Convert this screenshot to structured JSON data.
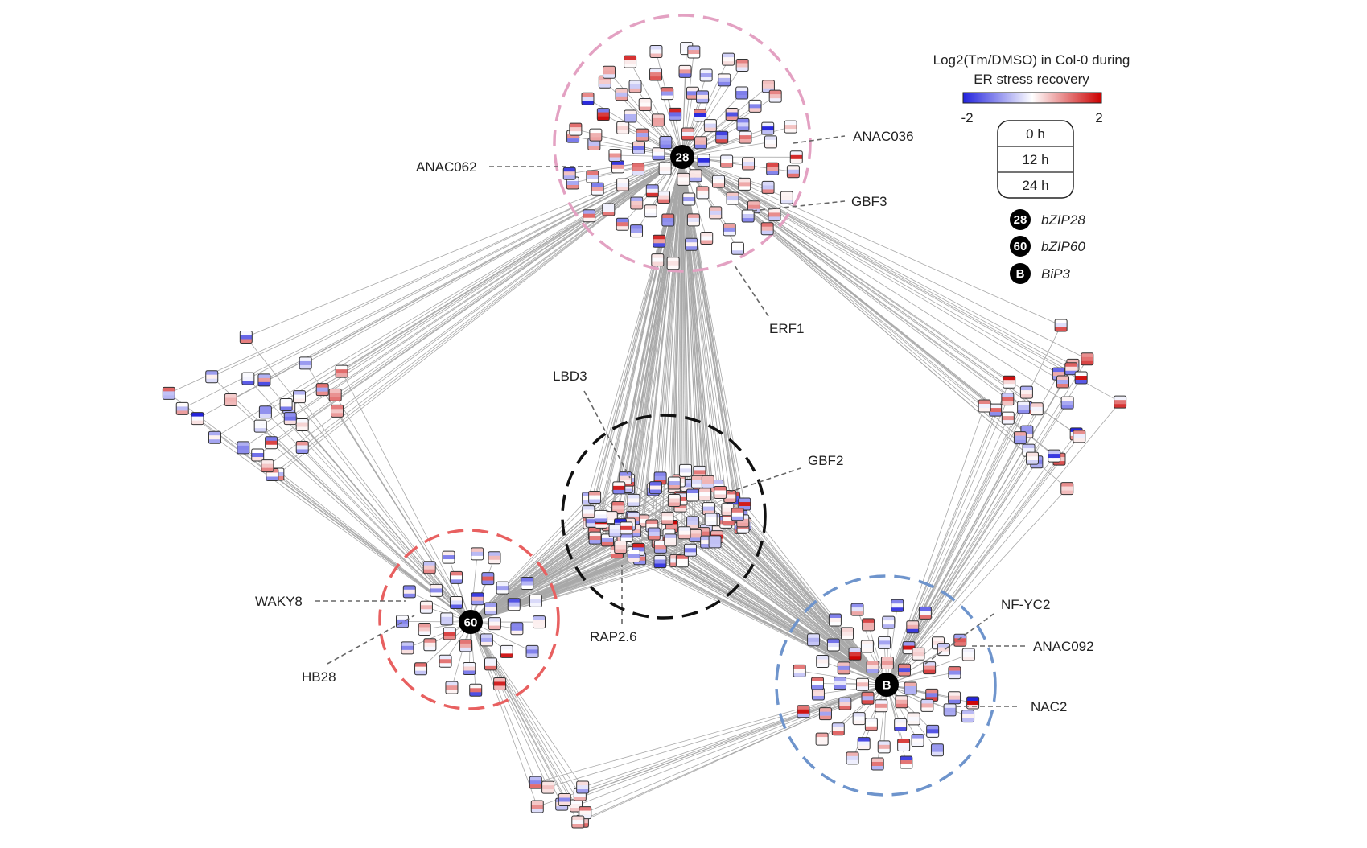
{
  "colors": {
    "low": "#2222dd",
    "mid": "#ffffff",
    "high": "#cc0000",
    "edge": "#a8a8a8",
    "circle_bzip28": "#e3a1c2",
    "circle_bzip60": "#e86060",
    "circle_bip3": "#6e94cc",
    "circle_center": "#111111",
    "hub": "#000000"
  },
  "legend": {
    "title_line1": "Log2(Tm/DMSO) in Col-0 during",
    "title_line2": "ER stress recovery",
    "scale_min": "-2",
    "scale_max": "2",
    "timepoints": [
      "0 h",
      "12 h",
      "24 h"
    ],
    "hubs": [
      {
        "badge": "28",
        "name": "bZIP28"
      },
      {
        "badge": "60",
        "name": "bZIP60"
      },
      {
        "badge": "B",
        "name": "BiP3"
      }
    ]
  },
  "hubs": {
    "bzip28": "28",
    "bzip60": "60",
    "bip3": "B"
  },
  "gene_labels": [
    "ANAC036",
    "ANAC062",
    "GBF3",
    "ERF1",
    "LBD3",
    "GBF2",
    "WAKY8",
    "HB28",
    "RAP2.6",
    "NF-YC2",
    "ANAC092",
    "NAC2"
  ]
}
